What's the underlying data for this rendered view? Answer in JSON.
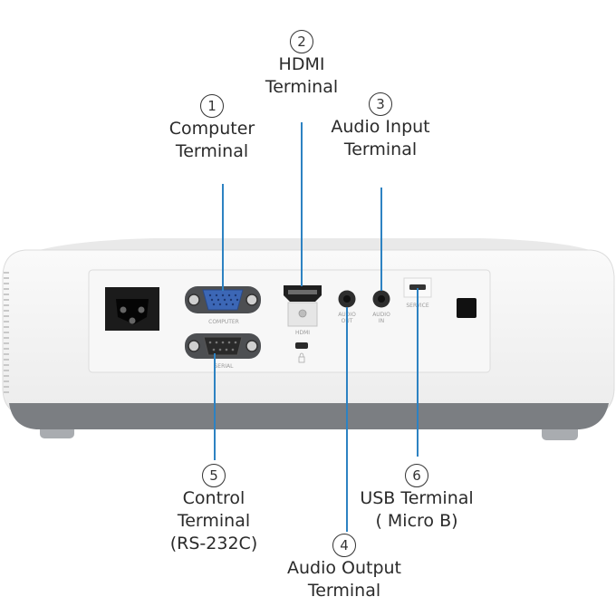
{
  "device": {
    "port_labels": {
      "computer": "COMPUTER",
      "serial": "SERIAL",
      "hdmi": "HDMI",
      "audio_out": "AUDIO\nOUT",
      "audio_in": "AUDIO\nIN",
      "service": "SERVICE"
    }
  },
  "callouts": [
    {
      "id": "computer",
      "number": "1",
      "label": "Computer\nTerminal"
    },
    {
      "id": "hdmi",
      "number": "2",
      "label": "HDMI\nTerminal"
    },
    {
      "id": "audio-input",
      "number": "3",
      "label": "Audio Input\nTerminal"
    },
    {
      "id": "audio-output",
      "number": "4",
      "label": "Audio Output\nTerminal"
    },
    {
      "id": "control",
      "number": "5",
      "label": "Control\nTerminal\n(RS-232C)"
    },
    {
      "id": "usb",
      "number": "6",
      "label": "USB Terminal\n( Micro B)"
    }
  ],
  "colors": {
    "leader_line": "#2d82c2",
    "vga_port": "#3c67b6",
    "body": "#f1f1f1",
    "panel": "#f7f7f7"
  }
}
